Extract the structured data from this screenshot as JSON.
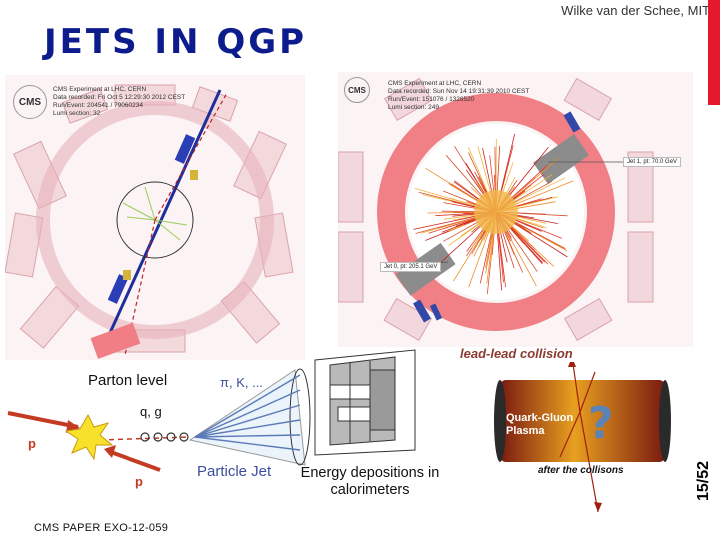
{
  "header": {
    "author": "Wilke van der Schee, MIT",
    "title": "JETS IN QGP",
    "slide_number": "15/52"
  },
  "event_left": {
    "logo_text": "CMS",
    "info": [
      "CMS Experiment at LHC, CERN",
      "Data recorded: Fri Oct 5 12:29:30 2012 CEST",
      "Run/Event: 204541 / 79060234",
      "Lumi section: 32"
    ]
  },
  "event_right": {
    "logo_text": "CMS",
    "info": [
      "CMS Experiment at LHC, CERN",
      "Data recorded: Sun Nov 14 19:31:39 2010 CEST",
      "Run/Event: 151076 / 1328520",
      "Lumi section: 249"
    ],
    "jet1_label": "Jet 1, pt: 70.0 GeV",
    "jet0_label": "Jet 0, pt: 205.1 GeV"
  },
  "parton_diagram": {
    "parton_level": "Parton level",
    "pion_label": "π, K, ...",
    "qg_label": "q, g",
    "proton_top": "p",
    "proton_bottom": "p",
    "particle_jet": "Particle Jet",
    "energy_depositions": "Energy depositions in calorimeters"
  },
  "qgp_diagram": {
    "title": "lead-lead collision",
    "plasma_label_1": "Quark-Gluon",
    "plasma_label_2": "Plasma",
    "question_mark": "?",
    "after_label": "after the collisons"
  },
  "footer": {
    "reference": "CMS PAPER EXO-12-059"
  },
  "colors": {
    "accent_red": "#e6182b",
    "title_color": "#0d1c8c",
    "proton_red": "#c23b22",
    "jet_blue": "#3b4e9e"
  }
}
